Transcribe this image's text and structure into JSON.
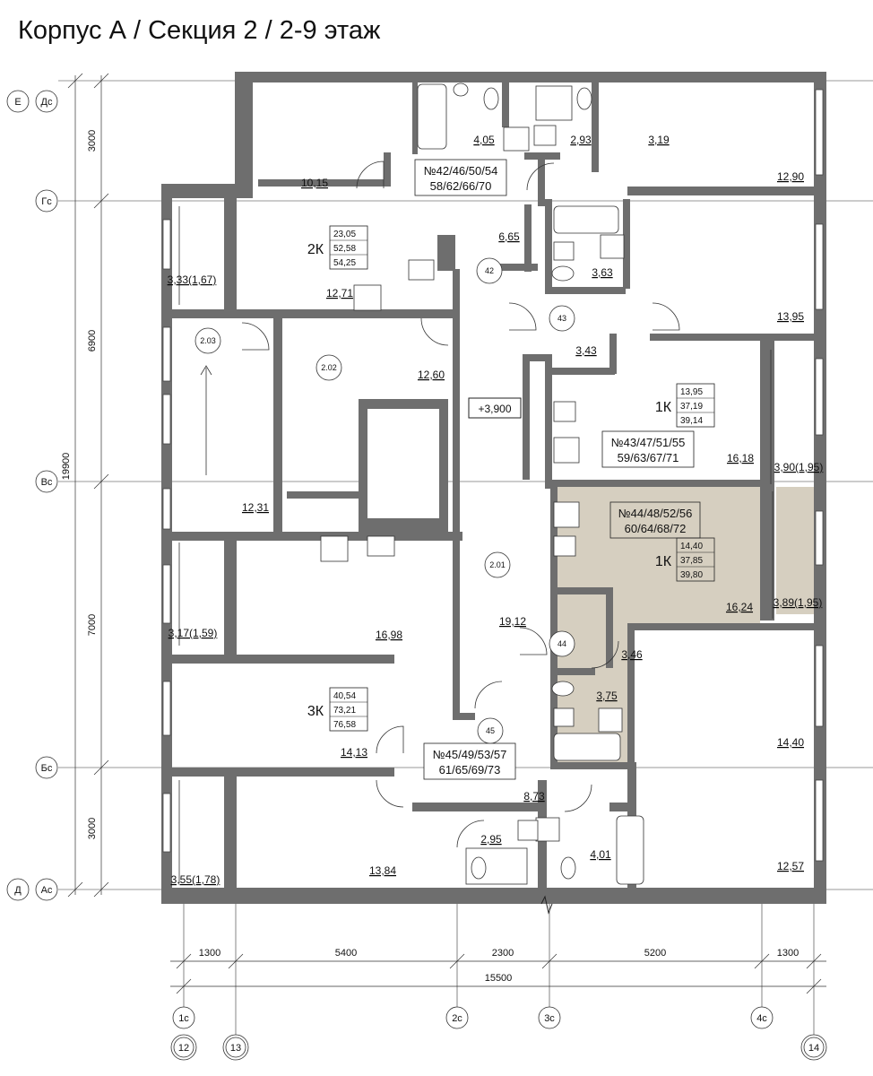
{
  "title": "Корпус А / Секция 2 / 2-9 этаж",
  "level_mark": "+3,900",
  "colors": {
    "wall": "#6e6e6e",
    "highlight": "#d6cfc0",
    "line": "#222222"
  },
  "axes_left": [
    {
      "a": "Е",
      "b": "Дс"
    },
    {
      "a": "",
      "b": "Гс"
    },
    {
      "a": "",
      "b": "Вс"
    },
    {
      "a": "",
      "b": "Бс"
    },
    {
      "a": "Д",
      "b": "Ас"
    }
  ],
  "axes_bottom": [
    {
      "upper": "1с",
      "lower": "12"
    },
    {
      "upper": "",
      "lower": "13"
    },
    {
      "upper": "2с",
      "lower": ""
    },
    {
      "upper": "3с",
      "lower": ""
    },
    {
      "upper": "4с",
      "lower": "14"
    }
  ],
  "dims_left": [
    "3000",
    "6900",
    "7000",
    "3000",
    "19900"
  ],
  "dims_bottom": [
    "1300",
    "5400",
    "2300",
    "5200",
    "1300",
    "15500"
  ],
  "apartments": [
    {
      "numbers": "№42/46/50/54\n58/62/66/70",
      "type": "2К",
      "areas": [
        "23,05",
        "52,58",
        "54,25"
      ]
    },
    {
      "numbers": "№43/47/51/55\n59/63/67/71",
      "type": "1К",
      "areas": [
        "13,95",
        "37,19",
        "39,14"
      ]
    },
    {
      "numbers": "№44/48/52/56\n60/64/68/72",
      "type": "1К",
      "areas": [
        "14,40",
        "37,85",
        "39,80"
      ]
    },
    {
      "numbers": "№45/49/53/57\n61/65/69/73",
      "type": "3К",
      "areas": [
        "40,54",
        "73,21",
        "76,58"
      ]
    }
  ],
  "rooms": [
    "4,05",
    "2,93",
    "3,19",
    "10,15",
    "12,90",
    "6,65",
    "3,63",
    "3,33(1,67)",
    "12,71",
    "13,95",
    "3,43",
    "12,60",
    "16,18",
    "3,90(1,95)",
    "12,31",
    "16,98",
    "16,24",
    "3,89(1,95)",
    "3,17(1,59)",
    "19,12",
    "3,46",
    "3,75",
    "14,40",
    "14,13",
    "8,73",
    "2,95",
    "4,01",
    "3,55(1,78)",
    "13,84",
    "12,57"
  ],
  "markers": [
    "42",
    "43",
    "2.03",
    "2.02",
    "2.01",
    "44",
    "45"
  ]
}
